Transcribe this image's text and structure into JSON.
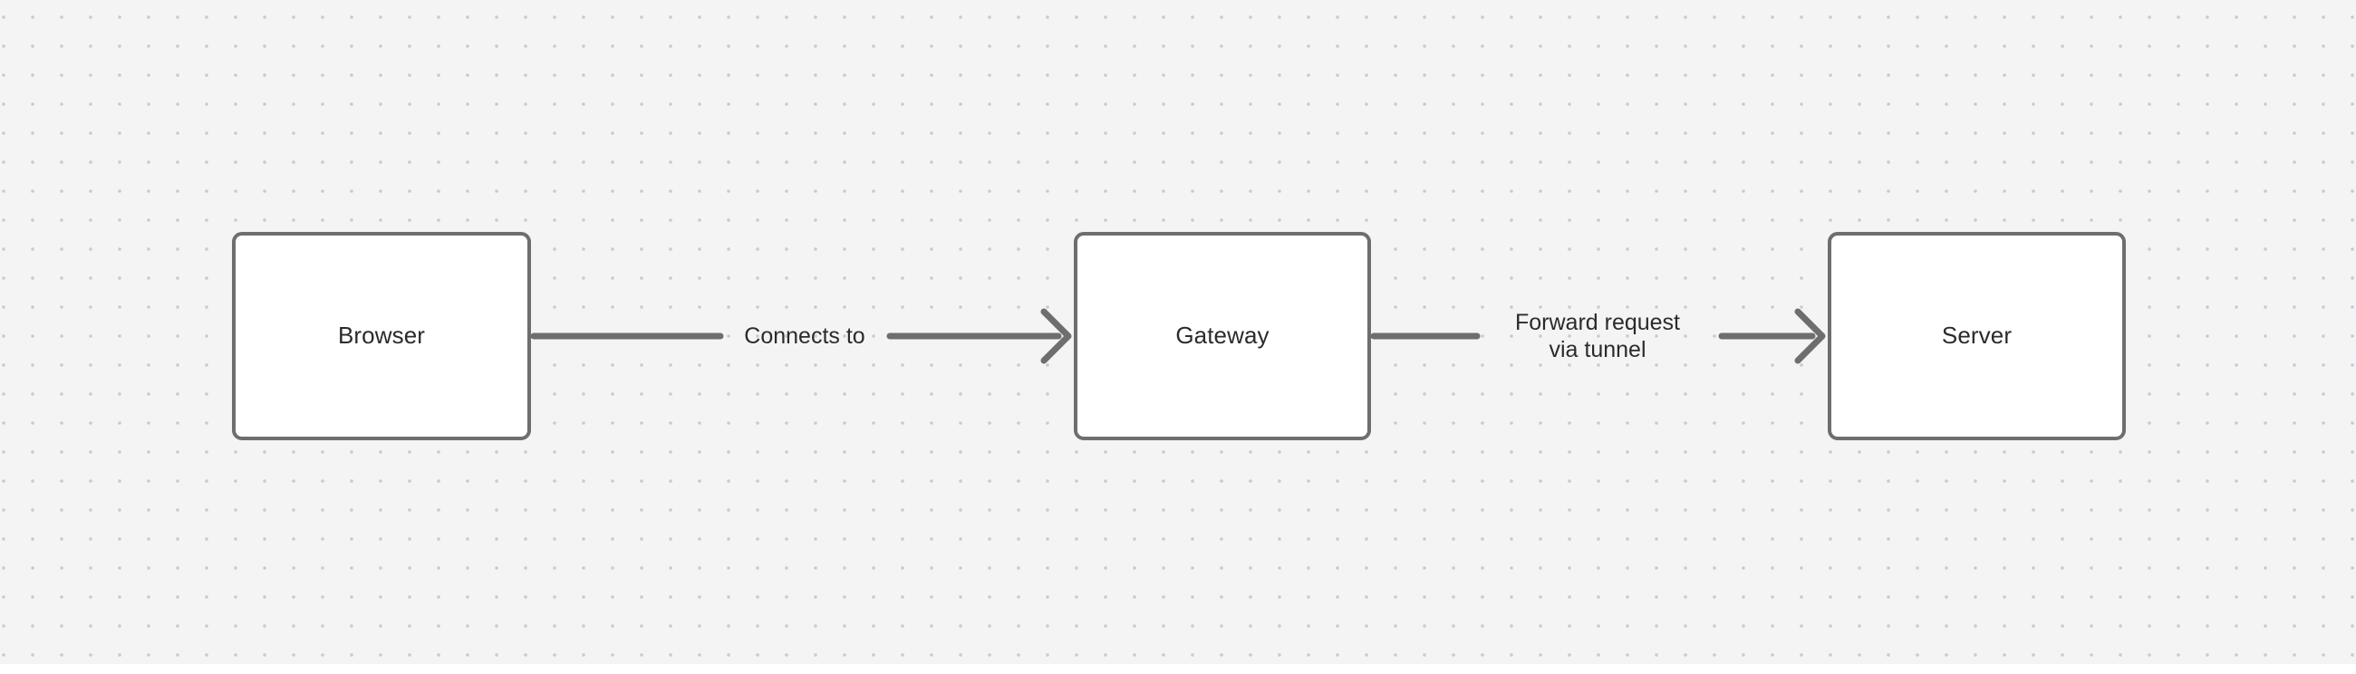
{
  "diagram": {
    "type": "flowchart",
    "orientation": "left-to-right",
    "background_color": "#f4f4f5",
    "grid_dot_color": "#c9cacc",
    "node_border_color": "#6e6e6e",
    "node_fill_color": "#ffffff",
    "edge_color": "#6e6e6e",
    "text_color": "#2b2b2b",
    "nodes": [
      {
        "id": "browser",
        "label": "Browser"
      },
      {
        "id": "gateway",
        "label": "Gateway"
      },
      {
        "id": "server",
        "label": "Server"
      }
    ],
    "edges": [
      {
        "id": "browser-to-gateway",
        "from": "browser",
        "to": "gateway",
        "label": "Connects to",
        "arrowhead": "open-chevron"
      },
      {
        "id": "gateway-to-server",
        "from": "gateway",
        "to": "server",
        "label": "Forward request\nvia tunnel",
        "arrowhead": "open-chevron"
      }
    ]
  }
}
